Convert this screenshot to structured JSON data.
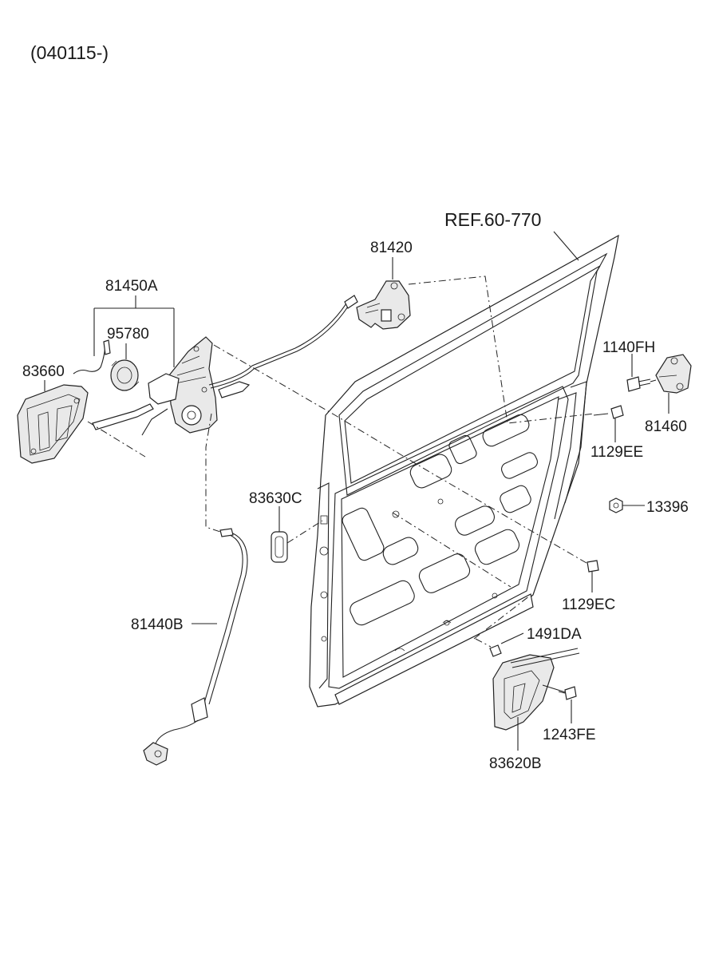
{
  "header": {
    "code": "(040115-)"
  },
  "callouts": {
    "ref": "REF.60-770",
    "p81420": "81420",
    "p81450A": "81450A",
    "p95780": "95780",
    "p83660": "83660",
    "p1140FH": "1140FH",
    "p81460": "81460",
    "p1129EE": "1129EE",
    "p83630C": "83630C",
    "p13396": "13396",
    "p1129EC": "1129EC",
    "p81440B": "81440B",
    "p1491DA": "1491DA",
    "p1243FE": "1243FE",
    "p83620B": "83620B"
  }
}
